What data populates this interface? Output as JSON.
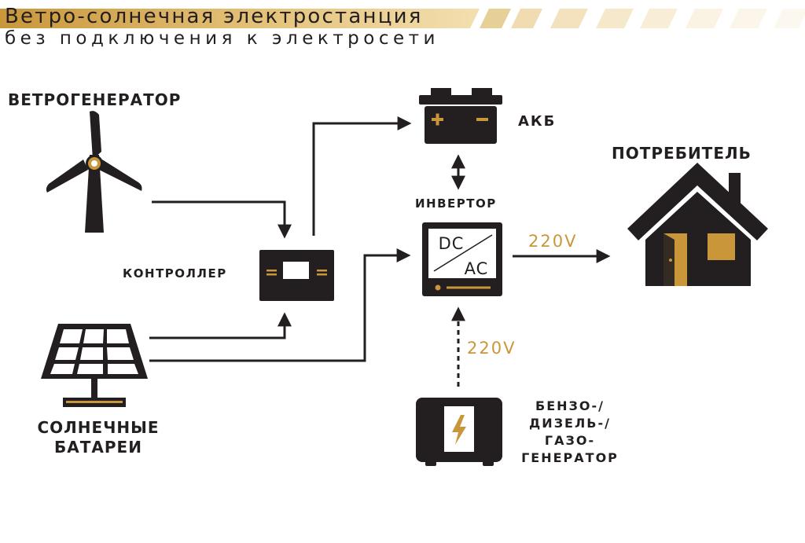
{
  "header": {
    "title_line1": "Ветро-солнечная электростанция",
    "title_line2": "без подключения к электросети"
  },
  "labels": {
    "wind_generator": "ВЕТРОГЕНЕРАТОР",
    "controller": "КОНТРОЛЛЕР",
    "battery": "АКБ",
    "inverter": "ИНВЕРТОР",
    "consumer": "ПОТРЕБИТЕЛЬ",
    "solar_line1": "СОЛНЕЧНЫЕ",
    "solar_line2": "БАТАРЕИ",
    "gen_line1": "БЕНЗО-/",
    "gen_line2": "ДИЗЕЛЬ-/",
    "gen_line3": "ГАЗО-",
    "gen_line4": "ГЕНЕРАТОР",
    "dc": "DC",
    "ac": "AC",
    "voltage_out": "220V",
    "voltage_in": "220V"
  },
  "colors": {
    "dark": "#231f20",
    "accent": "#c9973a"
  }
}
